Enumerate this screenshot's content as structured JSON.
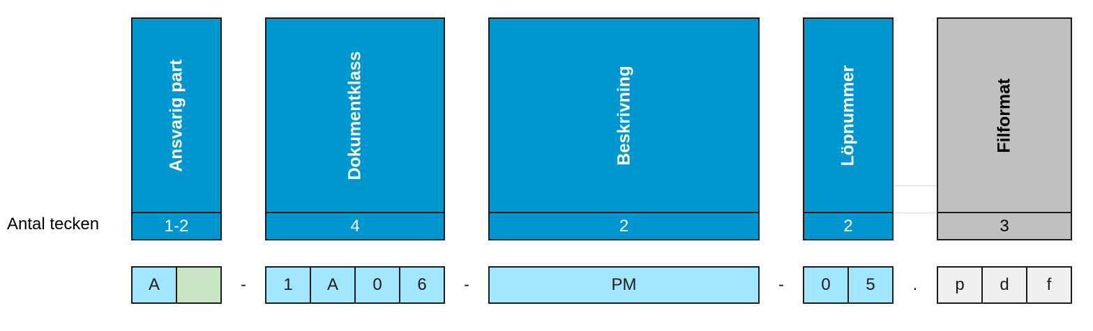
{
  "row_label": "Antal tecken",
  "colors": {
    "header_blue": "#0096cf",
    "header_grey": "#c0c0c0",
    "cell_blue": "#a0e6fc",
    "cell_green": "#c8e6c4",
    "cell_grey": "#efefef"
  },
  "segments": [
    {
      "title": "Ansvarig part",
      "count": "1-2"
    },
    {
      "title": "Dokumentklass",
      "count": "4"
    },
    {
      "title": "Beskrivning",
      "count": "2"
    },
    {
      "title": "Löpnummer",
      "count": "2"
    },
    {
      "title": "Filformat",
      "count": "3"
    }
  ],
  "example": {
    "ansvarig": [
      "A",
      ""
    ],
    "dokumentklass": [
      "1",
      "A",
      "0",
      "6"
    ],
    "beskrivning": [
      "PM"
    ],
    "lopnummer": [
      "0",
      "5"
    ],
    "filformat": [
      "p",
      "d",
      "f"
    ],
    "separators": [
      "-",
      "-",
      "-",
      "."
    ]
  }
}
